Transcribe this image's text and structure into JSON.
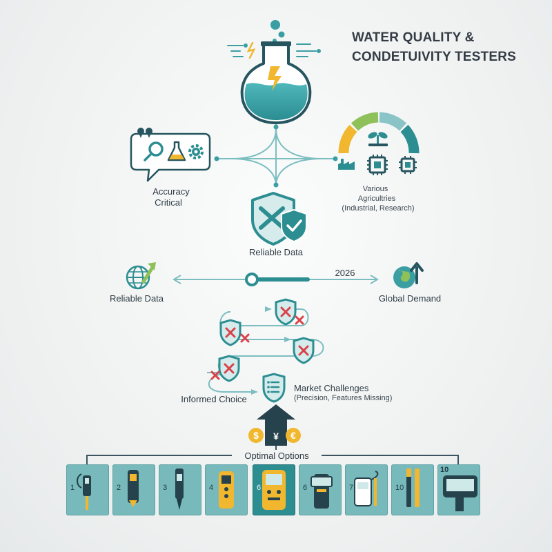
{
  "title": {
    "line1": "WATER QUALITY &",
    "line2": "CONDETUIVITY TESTERS"
  },
  "hub": {
    "left_label_1": "Accuracy",
    "left_label_2": "Critical",
    "right_label_1": "Various",
    "right_label_2": "Agricultries",
    "right_label_3": "(Industrial, Research)",
    "bottom_label": "Reliable Data"
  },
  "timeline": {
    "left_label": "Reliable Data",
    "year": "2026",
    "right_label": "Global Demand"
  },
  "path": {
    "start_label": "Informed Choice",
    "end_label": "Market Challenges",
    "end_sublabel": "(Precision, Features Missing)"
  },
  "currency": {
    "symbols": [
      "$",
      "¥",
      "€"
    ]
  },
  "options": {
    "label": "Optimal Options"
  },
  "products": [
    {
      "num": "1"
    },
    {
      "num": "2"
    },
    {
      "num": "3"
    },
    {
      "num": "4"
    },
    {
      "num": "6",
      "featured": true
    },
    {
      "num": "6"
    },
    {
      "num": "7"
    },
    {
      "num": "10"
    },
    {
      "num": "10",
      "top": true
    }
  ],
  "colors": {
    "teal": "#3a9ea3",
    "teal_dark": "#2d8e92",
    "yellow": "#f0b72f",
    "red": "#d8434a",
    "green": "#8fc15a"
  },
  "icons": [
    "flask-icon",
    "lightning-icon",
    "quote-icon",
    "magnifier-icon",
    "gear-icon",
    "gauge-icon",
    "factory-icon",
    "chip-icon",
    "sprout-icon",
    "shield-icon",
    "globe-icon",
    "arrow-up-icon",
    "checklist-icon"
  ]
}
